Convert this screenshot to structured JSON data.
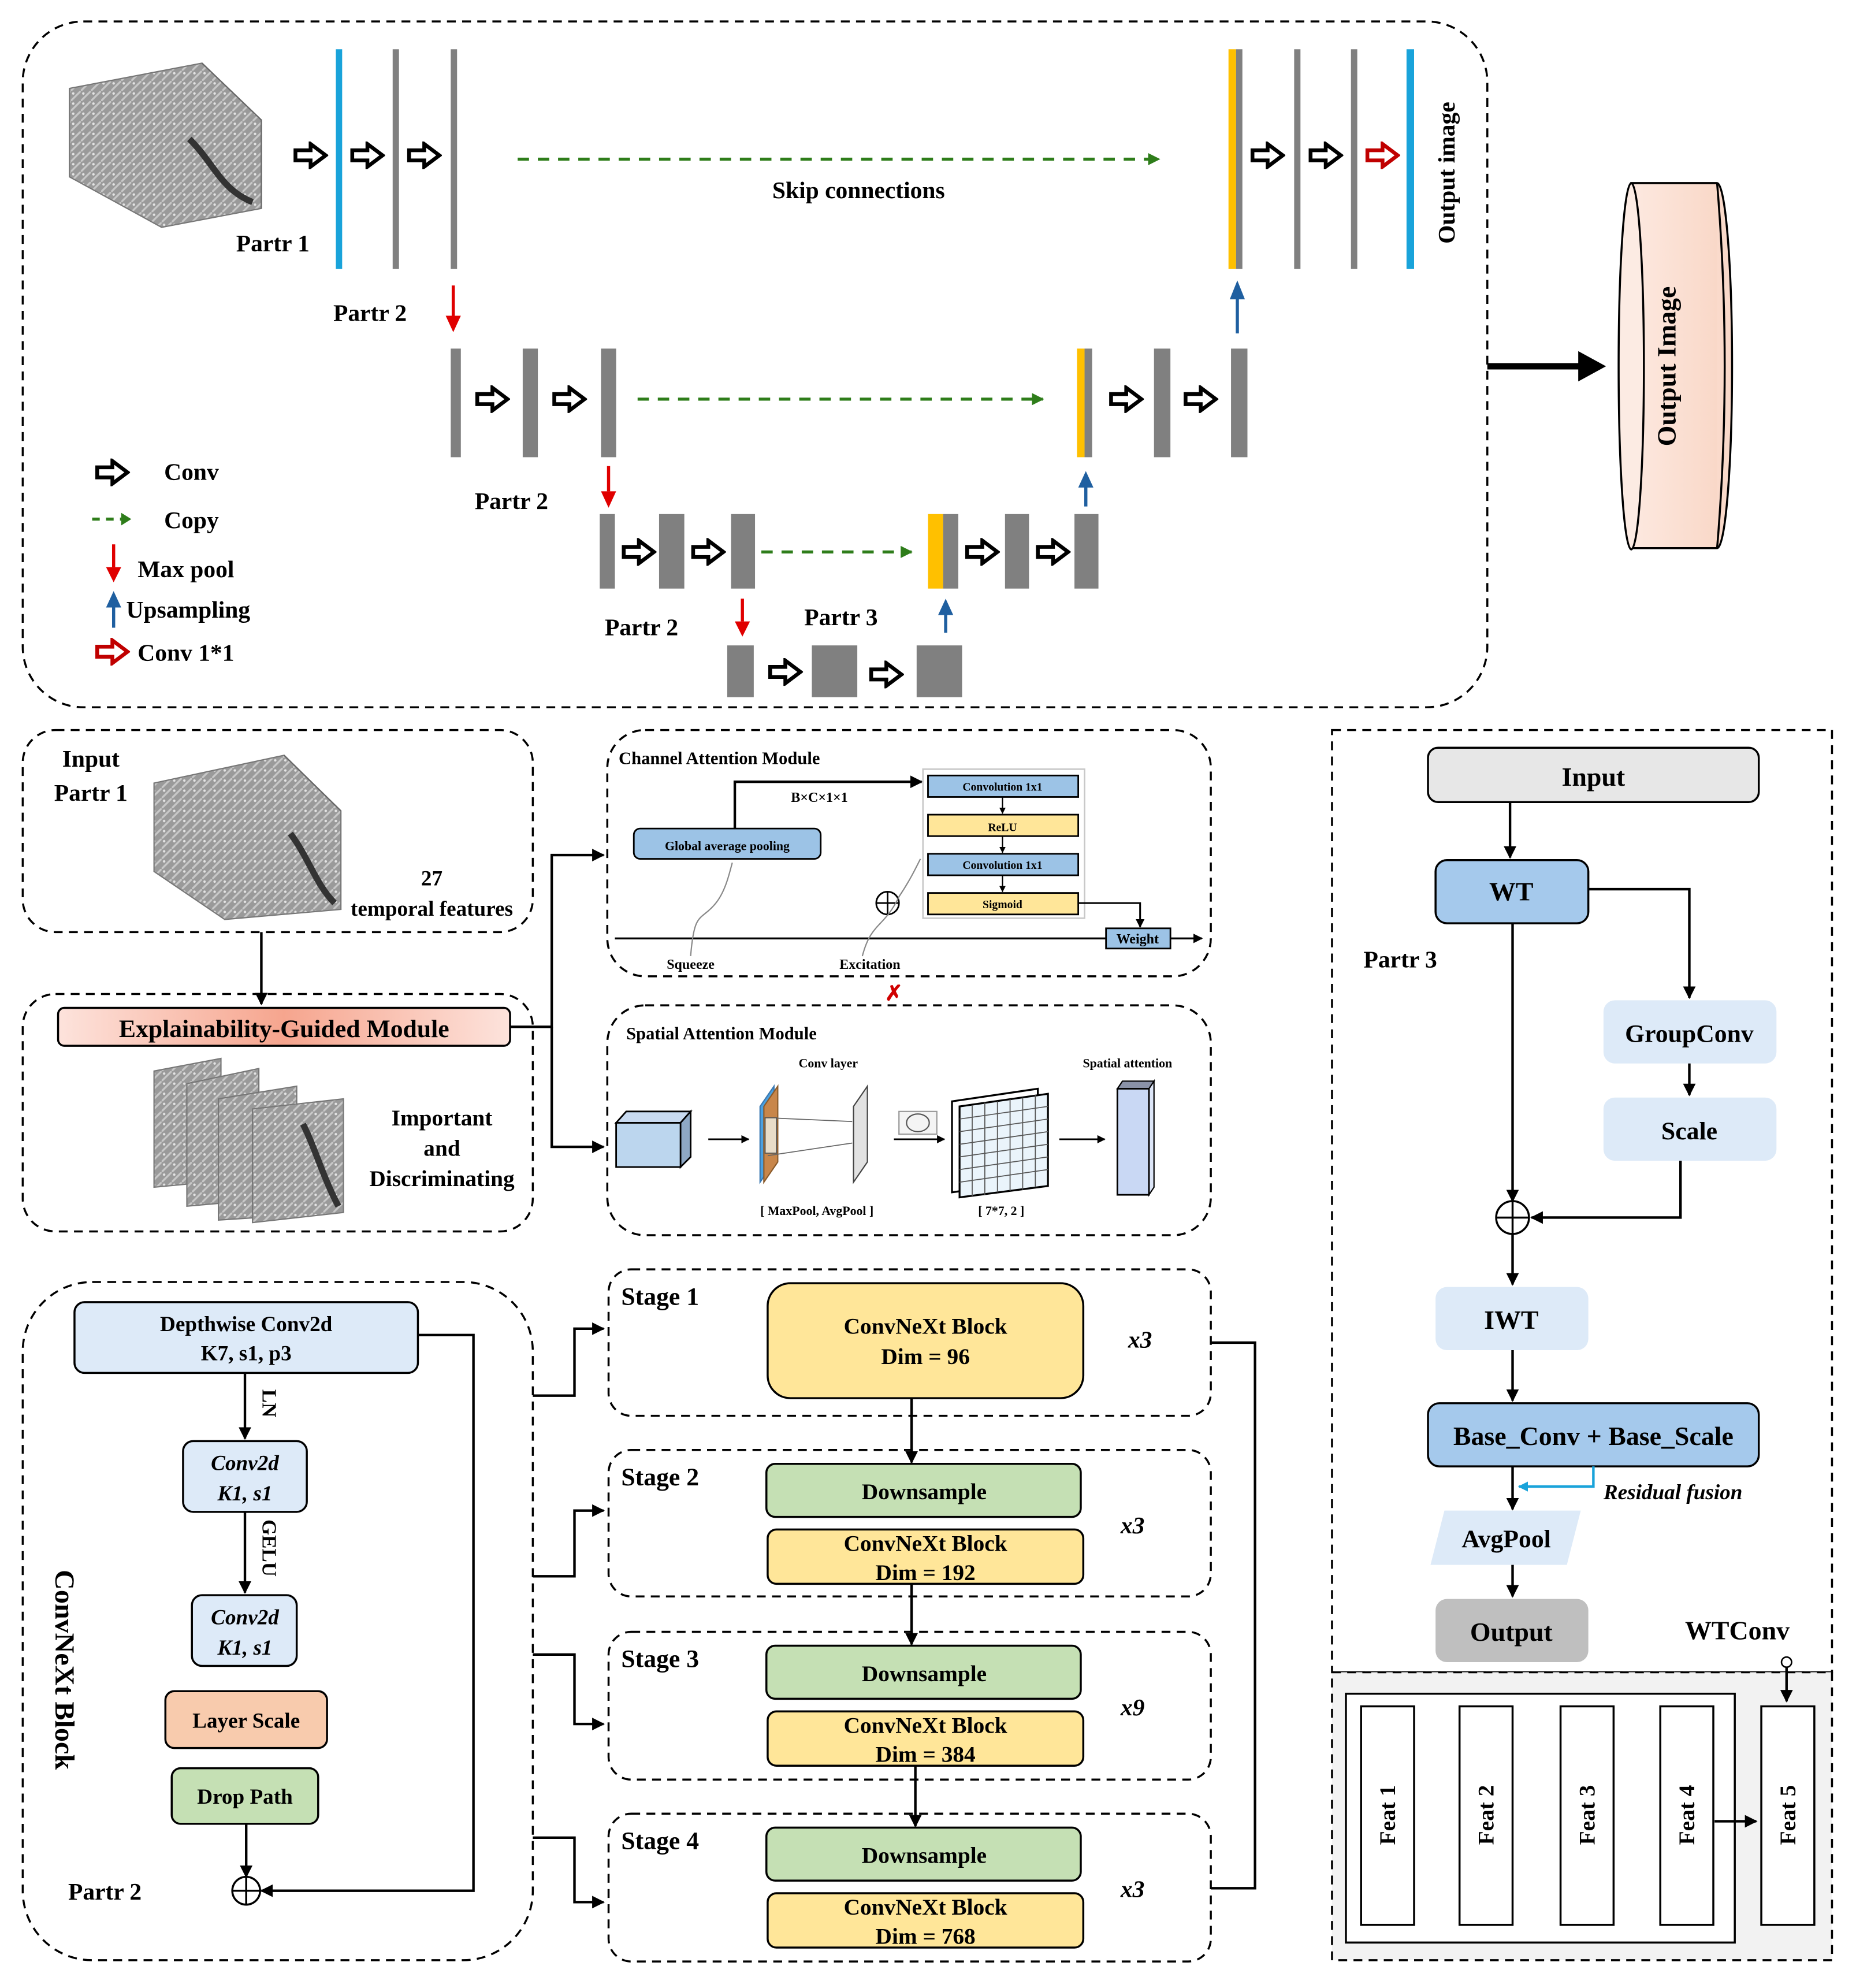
{
  "unet": {
    "labels": {
      "partr1": "Partr 1",
      "partr2_top": "Partr 2",
      "partr2_mid": "Partr 2",
      "partr2_low": "Partr 2",
      "partr3": "Partr 3",
      "skip": "Skip connections",
      "output_vertical": "Output image"
    },
    "legend": [
      {
        "icon": "conv-arrow-icon",
        "label": "Conv"
      },
      {
        "icon": "copy-arrow-icon",
        "label": "Copy"
      },
      {
        "icon": "max-pool-arrow-icon",
        "label": "Max pool"
      },
      {
        "icon": "upsampling-arrow-icon",
        "label": "Upsampling"
      },
      {
        "icon": "conv1x1-arrow-icon",
        "label": "Conv 1*1"
      }
    ],
    "output_cylinder": "Output Image",
    "colors": {
      "bar": "#808080",
      "input_bar": "#19a3da",
      "concat_bar": "#ffc000",
      "maxpool": "#e00000",
      "upsample": "#1f5fa0",
      "copy": "#2e7d1a",
      "conv1x1": "#c00000"
    }
  },
  "input_panel": {
    "title_line1": "Input",
    "title_line2": "Partr 1",
    "count": "27",
    "count_label": "temporal features"
  },
  "egm": {
    "label": "Explainability-Guided Module",
    "desc_line1": "Important",
    "desc_line2": "and",
    "desc_line3": "Discriminating"
  },
  "channel_attention": {
    "title": "Channel Attention Module",
    "gap": "Global average pooling",
    "shape": "B×C×1×1",
    "conv1": "Convolution 1x1",
    "relu": "ReLU",
    "conv2": "Convolution 1x1",
    "sigmoid": "Sigmoid",
    "weight": "Weight",
    "squeeze": "Squeeze",
    "excitation": "Excitation"
  },
  "spatial_attention": {
    "title": "Spatial Attention Module",
    "conv_layer": "Conv layer",
    "spatial_attention": "Spatial attention",
    "pool_label": "[ MaxPool, AvgPool ]",
    "kernel_label": "[ 7*7, 2 ]"
  },
  "convnext_block": {
    "title": "ConvNeXt  Block",
    "dw_line1": "Depthwise Conv2d",
    "dw_line2": "K7, s1, p3",
    "ln": "LN",
    "conv_a_line1": "Conv2d",
    "conv_a_line2": "K1, s1",
    "gelu": "GELU",
    "conv_b_line1": "Conv2d",
    "conv_b_line2": "K1, s1",
    "layer_scale": "Layer Scale",
    "drop_path": "Drop Path",
    "part_label": "Partr 2"
  },
  "stages": [
    {
      "name": "Stage 1",
      "downsample": null,
      "block": "ConvNeXt Block",
      "dim": "Dim = 96",
      "repeat": "x3"
    },
    {
      "name": "Stage 2",
      "downsample": "Downsample",
      "block": "ConvNeXt Block",
      "dim": "Dim = 192",
      "repeat": "x3"
    },
    {
      "name": "Stage 3",
      "downsample": "Downsample",
      "block": "ConvNeXt Block",
      "dim": "Dim = 384",
      "repeat": "x9"
    },
    {
      "name": "Stage 4",
      "downsample": "Downsample",
      "block": "ConvNeXt Block",
      "dim": "Dim = 768",
      "repeat": "x3"
    }
  ],
  "wtconv": {
    "input": "Input",
    "wt": "WT",
    "part_label": "Partr 3",
    "groupconv": "GroupConv",
    "scale": "Scale",
    "iwt": "IWT",
    "base": "Base_Conv + Base_Scale",
    "residual": "Residual fusion",
    "avgpool": "AvgPool",
    "output": "Output",
    "title": "WTConv",
    "feats": [
      "Feat 1",
      "Feat 2",
      "Feat 3",
      "Feat 4",
      "Feat 5"
    ]
  }
}
